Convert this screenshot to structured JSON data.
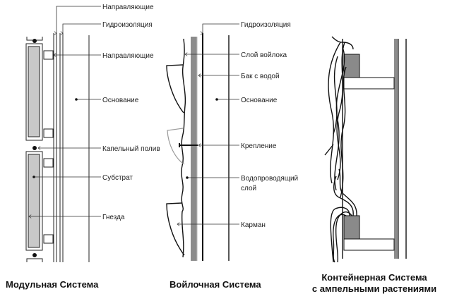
{
  "colors": {
    "ink": "#111111",
    "substrate_gray": "#c8c8c8",
    "felt_gray": "#8c8c8c",
    "container_gray": "#8a8a8a",
    "pocket_outline_gray": "#999999"
  },
  "panels": [
    {
      "id": "modular",
      "title": "Модульная Система",
      "labels": {
        "guides_top": "Направляющие",
        "waterproofing": "Гидроизоляция",
        "guides": "Направляющие",
        "base": "Основание",
        "drip": "Капельный полив",
        "substrate": "Субстрат",
        "slots": "Гнезда"
      }
    },
    {
      "id": "felt",
      "title": "Войлочная Система",
      "labels": {
        "waterproofing": "Гидроизоляция",
        "felt_layer": "Слой войлока",
        "water_tank": "Бак с водой",
        "base": "Основание",
        "fastening": "Крепление",
        "wicking_line1": "Водопроводящий",
        "wicking_line2": "слой",
        "pocket": "Карман"
      }
    },
    {
      "id": "container",
      "title_line1": "Контейнерная Система",
      "title_line2": "с ампельными растениями"
    }
  ]
}
